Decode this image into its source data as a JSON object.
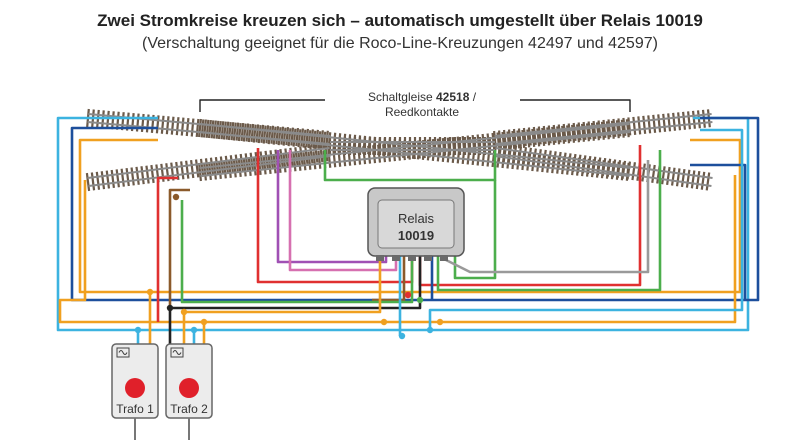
{
  "title": "Zwei Stromkreise kreuzen sich – automatisch umgestellt über Relais 10019",
  "subtitle": "(Verschaltung geeignet für die Roco-Line-Kreuzungen 42497 und 42597)",
  "schaltgleis_label": {
    "prefix": "Schaltgleise ",
    "number": "42518",
    "suffix": " /",
    "line2": "Reedkontakte"
  },
  "relay": {
    "label": "Relais",
    "number": "10019"
  },
  "trafos": [
    {
      "label": "Trafo 1"
    },
    {
      "label": "Trafo 2"
    }
  ],
  "colors": {
    "track_rail": "#8a8a8a",
    "sleeper": "#6b5a4a",
    "light_blue": "#3cb3e0",
    "dark_blue": "#1d4f9c",
    "orange": "#f0a020",
    "green": "#4cae4c",
    "purple": "#a050b4",
    "pink": "#d670b0",
    "red": "#e03030",
    "brown": "#8b5a2b",
    "black": "#222222",
    "gray": "#9a9a9a",
    "relay_fill": "#c8c8c8",
    "trafo_button": "#e0202a"
  }
}
